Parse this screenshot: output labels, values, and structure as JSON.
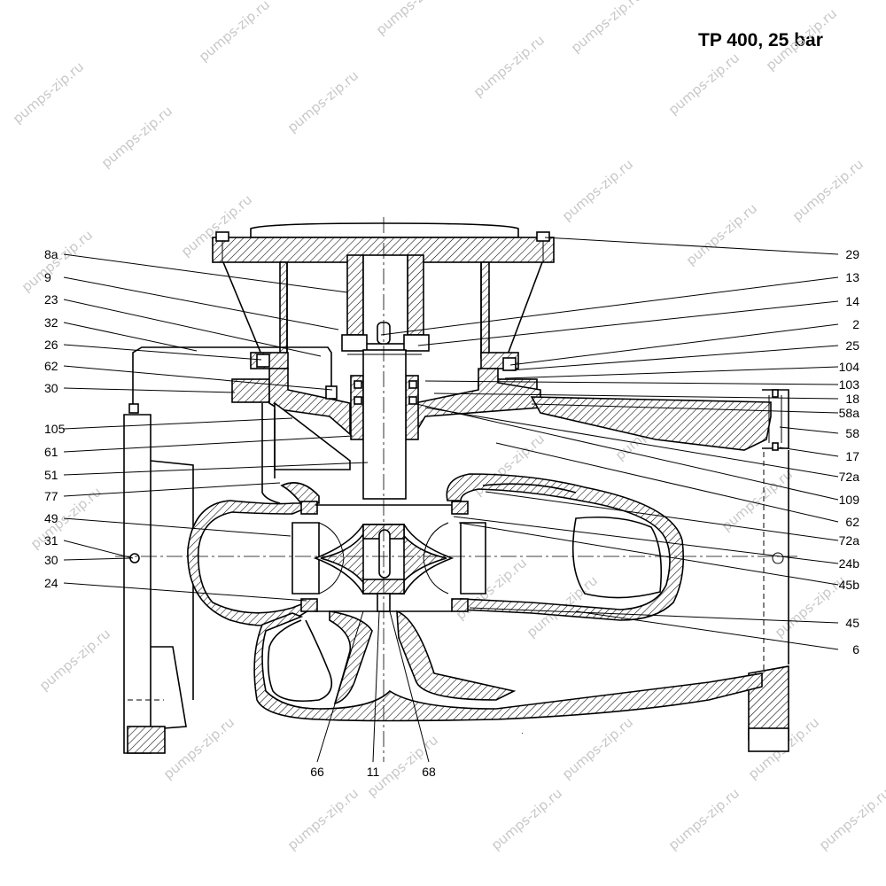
{
  "title": "TP 400, 25 bar",
  "watermark": "pumps-zip.ru",
  "labels_left": [
    "8a",
    "9",
    "23",
    "32",
    "26",
    "62",
    "30",
    "105",
    "61",
    "51",
    "77",
    "49",
    "31",
    "30",
    "24"
  ],
  "labels_right": [
    "29",
    "13",
    "14",
    "2",
    "25",
    "104",
    "103",
    "18",
    "58a",
    "58",
    "17",
    "72a",
    "109",
    "62",
    "72a",
    "24b",
    "45b",
    "45",
    "6"
  ],
  "labels_bottom": [
    "66",
    "11",
    "68"
  ]
}
